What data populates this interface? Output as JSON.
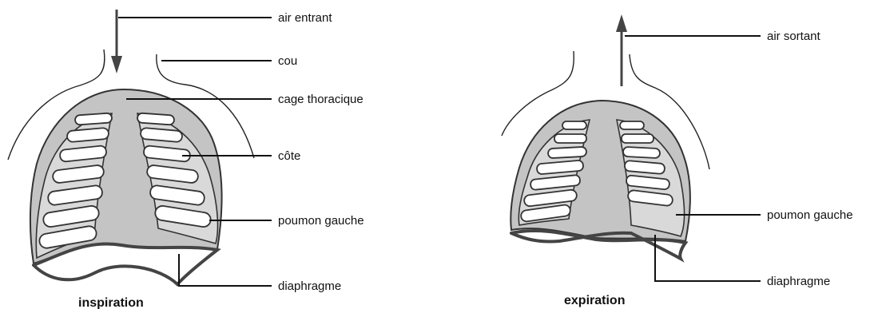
{
  "inspiration": {
    "caption": "inspiration",
    "labels": {
      "air": "air entrant",
      "neck": "cou",
      "ribcage": "cage thoracique",
      "rib": "côte",
      "lung": "poumon gauche",
      "diaphragm": "diaphragme"
    }
  },
  "expiration": {
    "caption": "expiration",
    "labels": {
      "air": "air sortant",
      "lung": "poumon gauche",
      "diaphragm": "diaphragme"
    }
  }
}
